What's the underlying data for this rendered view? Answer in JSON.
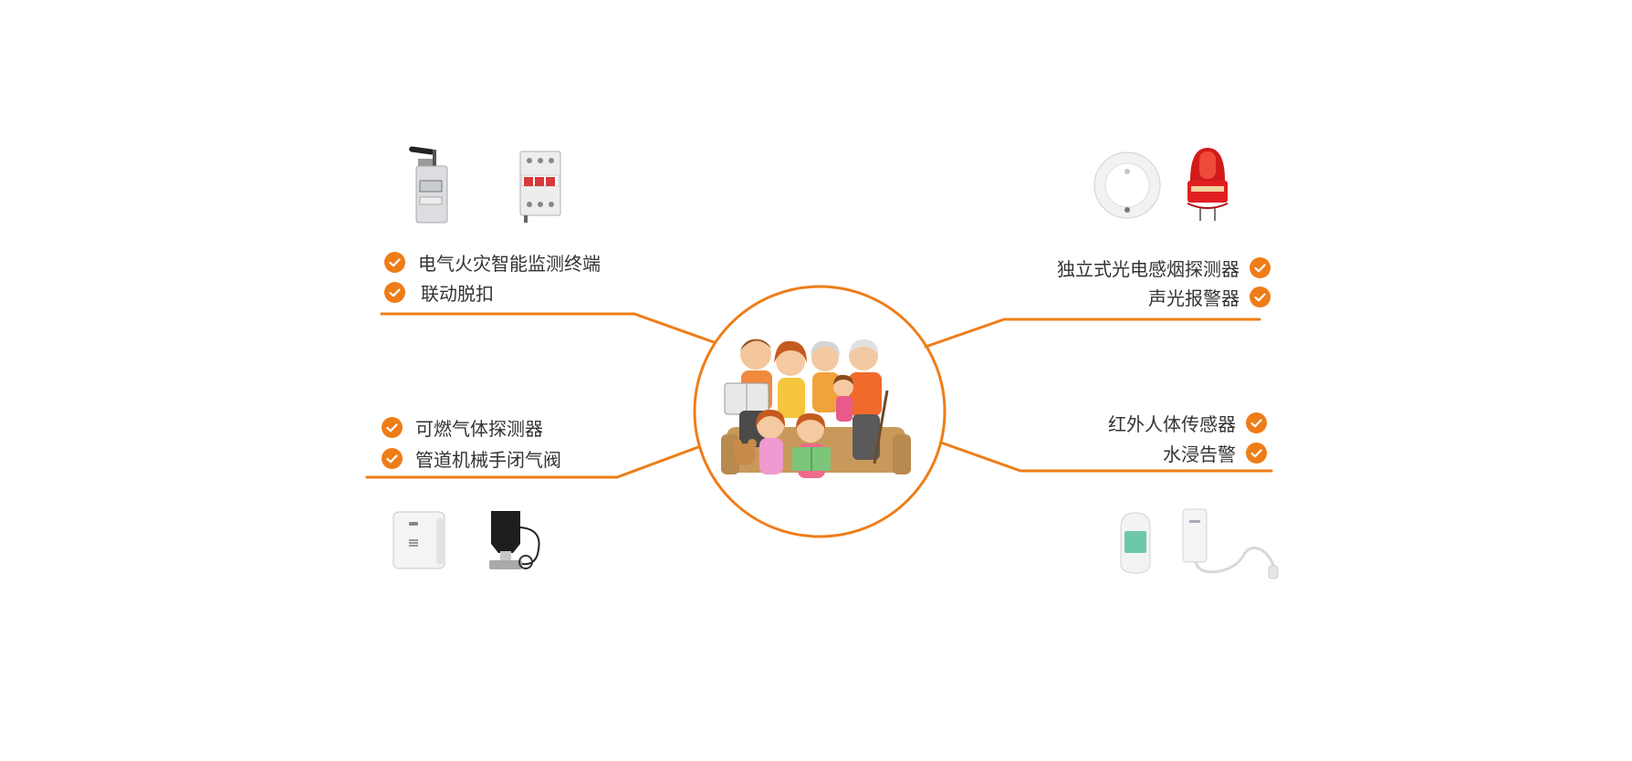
{
  "colors": {
    "accent": "#ee7d18",
    "text": "#333333",
    "background": "#ffffff"
  },
  "center": {
    "icon": "family-illustration"
  },
  "groups": {
    "top_left": {
      "devices": [
        "wireless-energy-meter-icon",
        "circuit-breaker-icon"
      ],
      "items": [
        "电气火灾智能监测终端",
        "联动脱扣"
      ]
    },
    "bottom_left": {
      "devices": [
        "gas-detector-icon",
        "pipe-valve-manipulator-icon"
      ],
      "items": [
        "可燃气体探测器",
        "管道机械手闭气阀"
      ]
    },
    "top_right": {
      "devices": [
        "smoke-detector-icon",
        "strobe-alarm-icon"
      ],
      "items": [
        "独立式光电感烟探测器",
        "声光报警器"
      ]
    },
    "bottom_right": {
      "devices": [
        "pir-motion-sensor-icon",
        "water-leak-sensor-icon"
      ],
      "items": [
        "红外人体传感器",
        "水浸告警"
      ]
    }
  }
}
